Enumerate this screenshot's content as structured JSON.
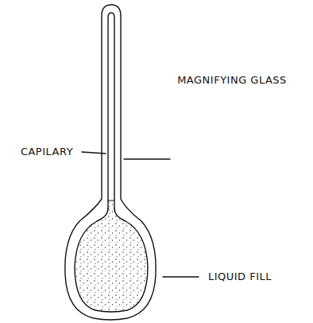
{
  "diagram": {
    "labels": [
      "MAGNIFYING GLASS",
      "CAPILARY",
      "LIQUID FILL"
    ]
  }
}
